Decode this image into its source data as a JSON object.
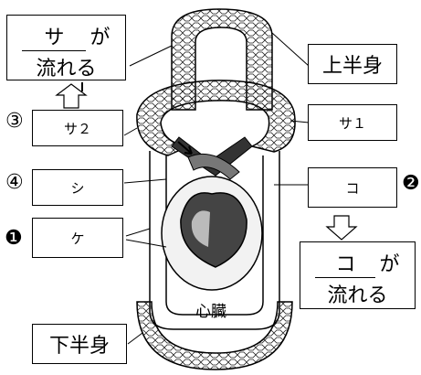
{
  "labels": {
    "flow_top_blank": "サ",
    "flow_top_ga": "が",
    "flow_top_verb": "流れる",
    "upper_body": "上半身",
    "blank_sa2": "サ２",
    "blank_sa1": "サ１",
    "blank_shi": "シ",
    "blank_ko": "コ",
    "blank_ke": "ケ",
    "flow_right_blank": "コ",
    "flow_right_ga": "が",
    "flow_right_verb": "流れる",
    "heart": "心臓",
    "lower_body": "下半身"
  },
  "markers": {
    "m3": "③",
    "m4": "④",
    "m1": "❶",
    "m2": "❷"
  }
}
